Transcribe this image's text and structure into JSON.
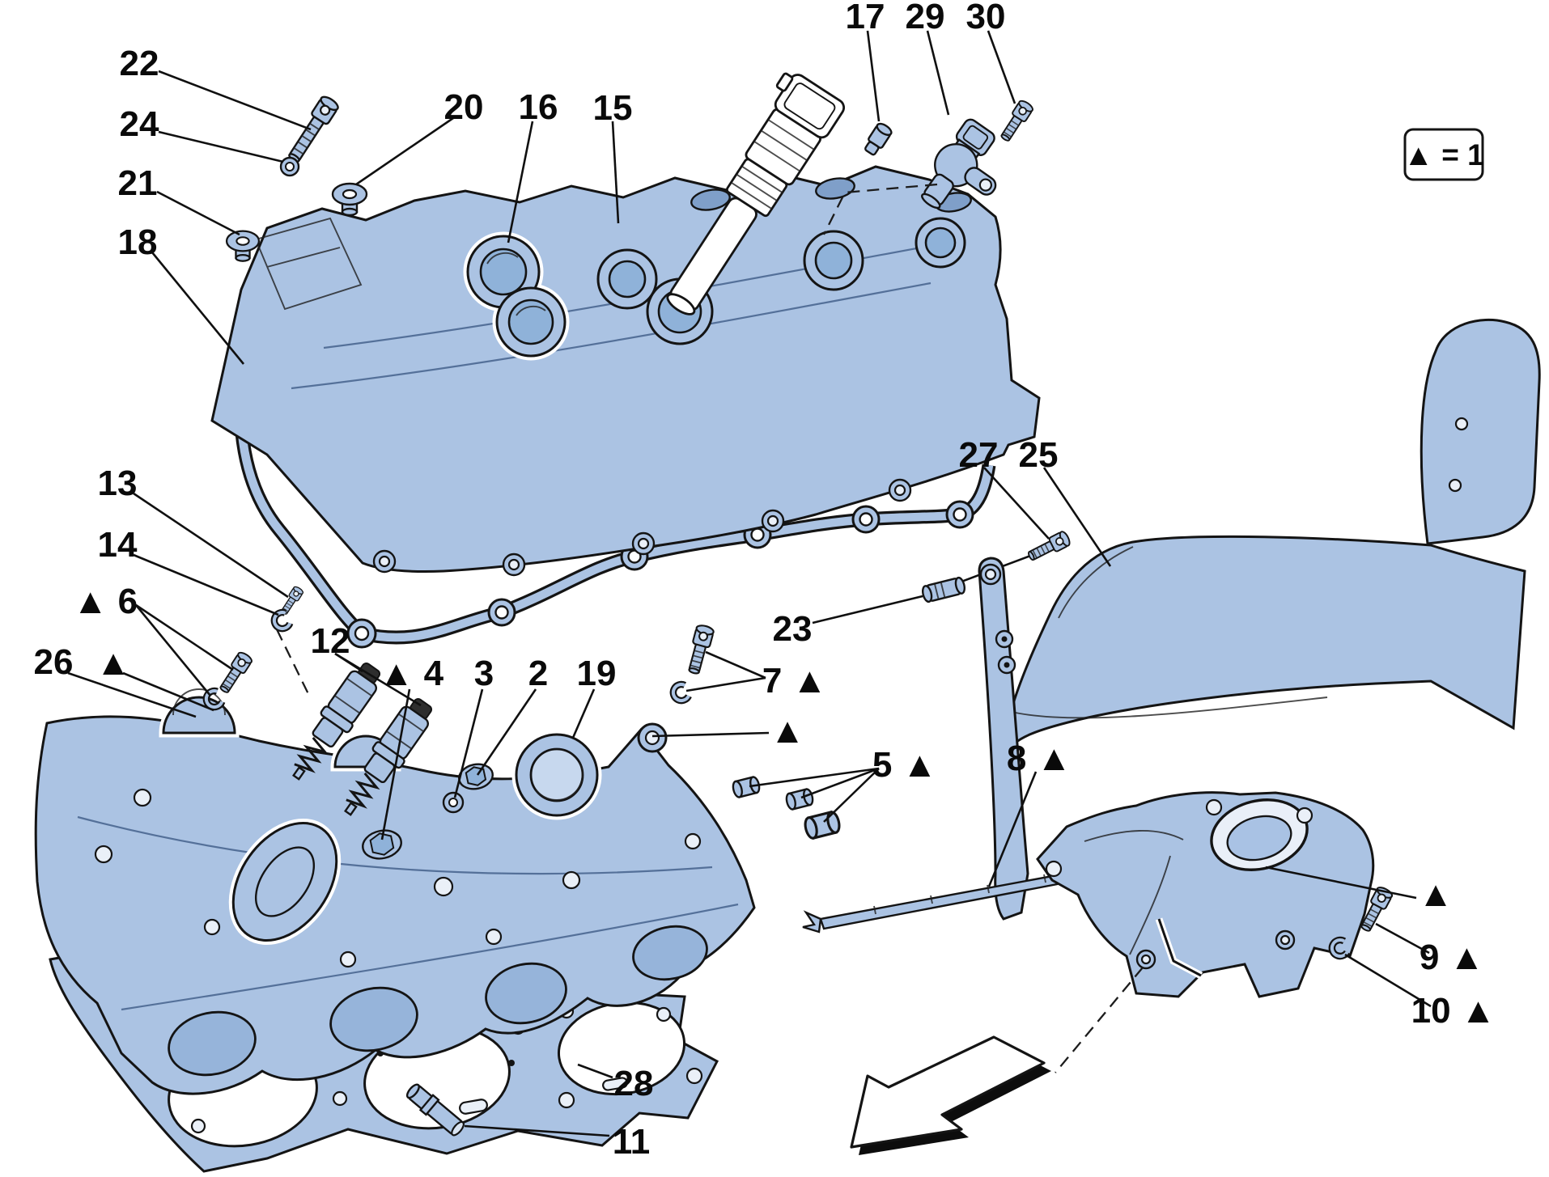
{
  "diagram_type": "exploded-parts-diagram",
  "colors": {
    "part_fill": "#abc3e3",
    "part_shade": "#8fb2d9",
    "outline": "#141414",
    "background": "#ffffff",
    "highlight_halo": "#ffffff"
  },
  "legend": {
    "text": "▲ = 1"
  },
  "callouts": [
    {
      "text": "22"
    },
    {
      "text": "24"
    },
    {
      "text": "21"
    },
    {
      "text": "18"
    },
    {
      "text": "20"
    },
    {
      "text": "16"
    },
    {
      "text": "15"
    },
    {
      "text": "17"
    },
    {
      "text": "29"
    },
    {
      "text": "30"
    },
    {
      "text": "13"
    },
    {
      "text": "14"
    },
    {
      "text": "▲ 6"
    },
    {
      "text": "26"
    },
    {
      "text": "▲"
    },
    {
      "text": "12"
    },
    {
      "text": "▲ 4"
    },
    {
      "text": "3"
    },
    {
      "text": "2"
    },
    {
      "text": "19"
    },
    {
      "text": "23"
    },
    {
      "text": "27"
    },
    {
      "text": "25"
    },
    {
      "text": "7 ▲"
    },
    {
      "text": "▲"
    },
    {
      "text": "5 ▲"
    },
    {
      "text": "8 ▲"
    },
    {
      "text": "▲"
    },
    {
      "text": "9 ▲"
    },
    {
      "text": "10 ▲"
    },
    {
      "text": "28"
    },
    {
      "text": "11"
    }
  ]
}
